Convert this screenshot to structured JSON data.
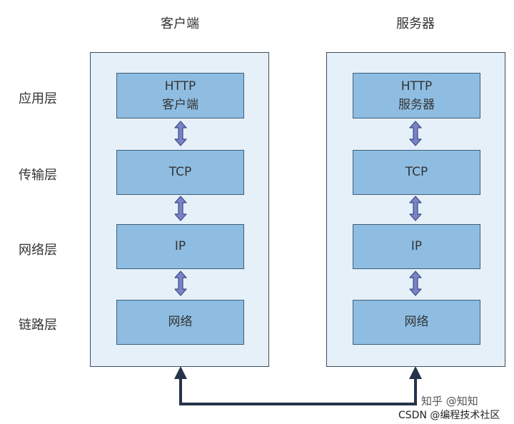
{
  "columns": {
    "client": {
      "title": "客户端",
      "boxes": [
        {
          "line1": "HTTP",
          "line2": "客户端"
        },
        {
          "line1": "TCP"
        },
        {
          "line1": "IP"
        },
        {
          "line1": "网络"
        }
      ]
    },
    "server": {
      "title": "服务器",
      "boxes": [
        {
          "line1": "HTTP",
          "line2": "服务器"
        },
        {
          "line1": "TCP"
        },
        {
          "line1": "IP"
        },
        {
          "line1": "网络"
        }
      ]
    }
  },
  "layers": [
    "应用层",
    "传输层",
    "网络层",
    "链路层"
  ],
  "watermark": {
    "zhihu": "知乎 @知知",
    "csdn": "CSDN @编程技术社区"
  },
  "colors": {
    "panel": "#e6f0f9",
    "box": "#8fbde2",
    "arrow": "#7a83c4",
    "connector": "#25344a"
  }
}
